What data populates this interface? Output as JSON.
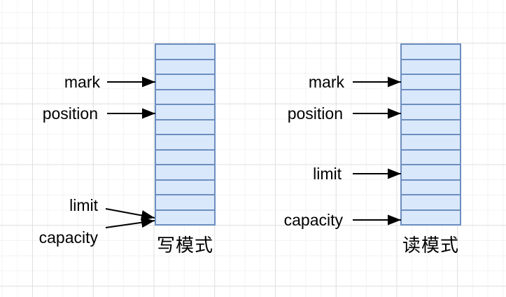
{
  "diagrams": [
    {
      "title": "写模式",
      "cell_count": 12,
      "pointers": [
        {
          "label": "mark",
          "row": 3
        },
        {
          "label": "position",
          "row": 5
        },
        {
          "label": "limit",
          "row": 12
        },
        {
          "label": "capacity",
          "row": 12
        }
      ]
    },
    {
      "title": "读模式",
      "cell_count": 12,
      "pointers": [
        {
          "label": "mark",
          "row": 3
        },
        {
          "label": "position",
          "row": 5
        },
        {
          "label": "limit",
          "row": 9
        },
        {
          "label": "capacity",
          "row": 12
        }
      ]
    }
  ],
  "colors": {
    "cell_fill": "#dae8fc",
    "cell_border": "#6c8ebf",
    "arrow": "#000000",
    "text": "#000000",
    "grid_minor": "#f3f3f3",
    "grid_major": "#e0e0e0"
  }
}
